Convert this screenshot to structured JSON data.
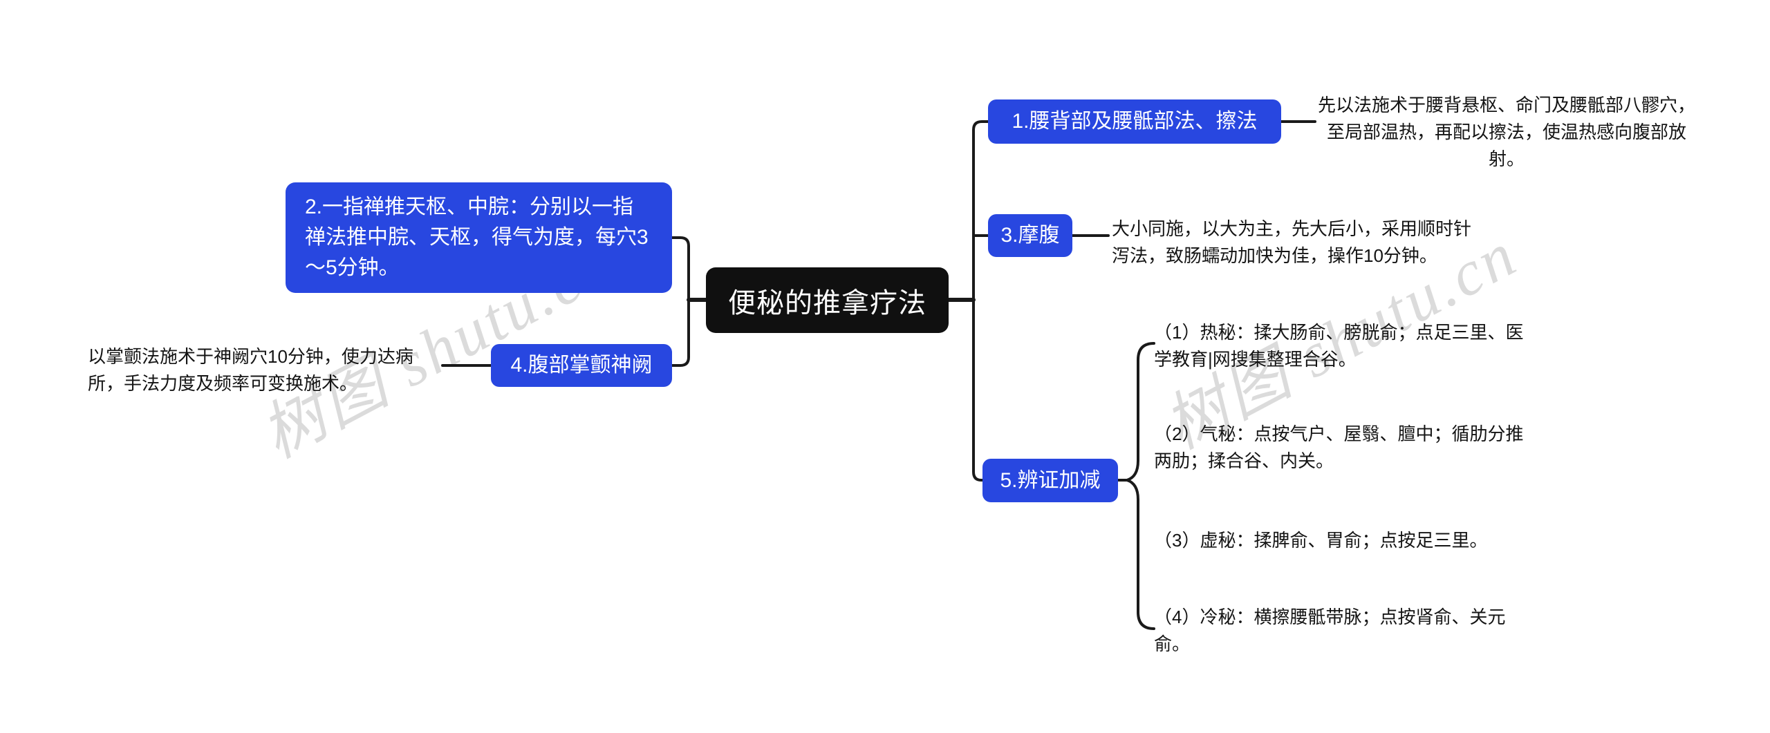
{
  "title": "便秘的推拿疗法",
  "watermark": "树图 shutu.cn",
  "center": {
    "label": "便秘的推拿疗法"
  },
  "branches": {
    "b1": {
      "label": "1.腰背部及腰骶部法、擦法",
      "note": "先以法施术于腰背悬枢、命门及腰骶部八髎穴，至局部温热，再配以擦法，使温热感向腹部放射。"
    },
    "b2": {
      "label": "2.一指禅推天枢、中脘：分别以一指禅法推中脘、天枢，得气为度，每穴3～5分钟。"
    },
    "b3": {
      "label": "3.摩腹",
      "note": "大小同施，以大为主，先大后小，采用顺时针泻法，致肠蠕动加快为佳，操作10分钟。"
    },
    "b4": {
      "label": "4.腹部掌颤神阙",
      "note": "以掌颤法施术于神阙穴10分钟，使力达病所，手法力度及频率可变换施术。"
    },
    "b5": {
      "label": "5.辨证加减",
      "items": [
        "（1）热秘：揉大肠俞、膀胱俞；点足三里、医学教育|网搜集整理合谷。",
        "（2）气秘：点按气户、屋翳、膻中；循肋分推两肋；揉合谷、内关。",
        "（3）虚秘：揉脾俞、胃俞；点按足三里。",
        "（4）冷秘：横擦腰骶带脉；点按肾俞、关元俞。"
      ]
    }
  },
  "colors": {
    "node_blue": "#2847e0",
    "center_bg": "#101010",
    "line": "#1a1a1a",
    "watermark_gray": "#d0d0d0"
  }
}
